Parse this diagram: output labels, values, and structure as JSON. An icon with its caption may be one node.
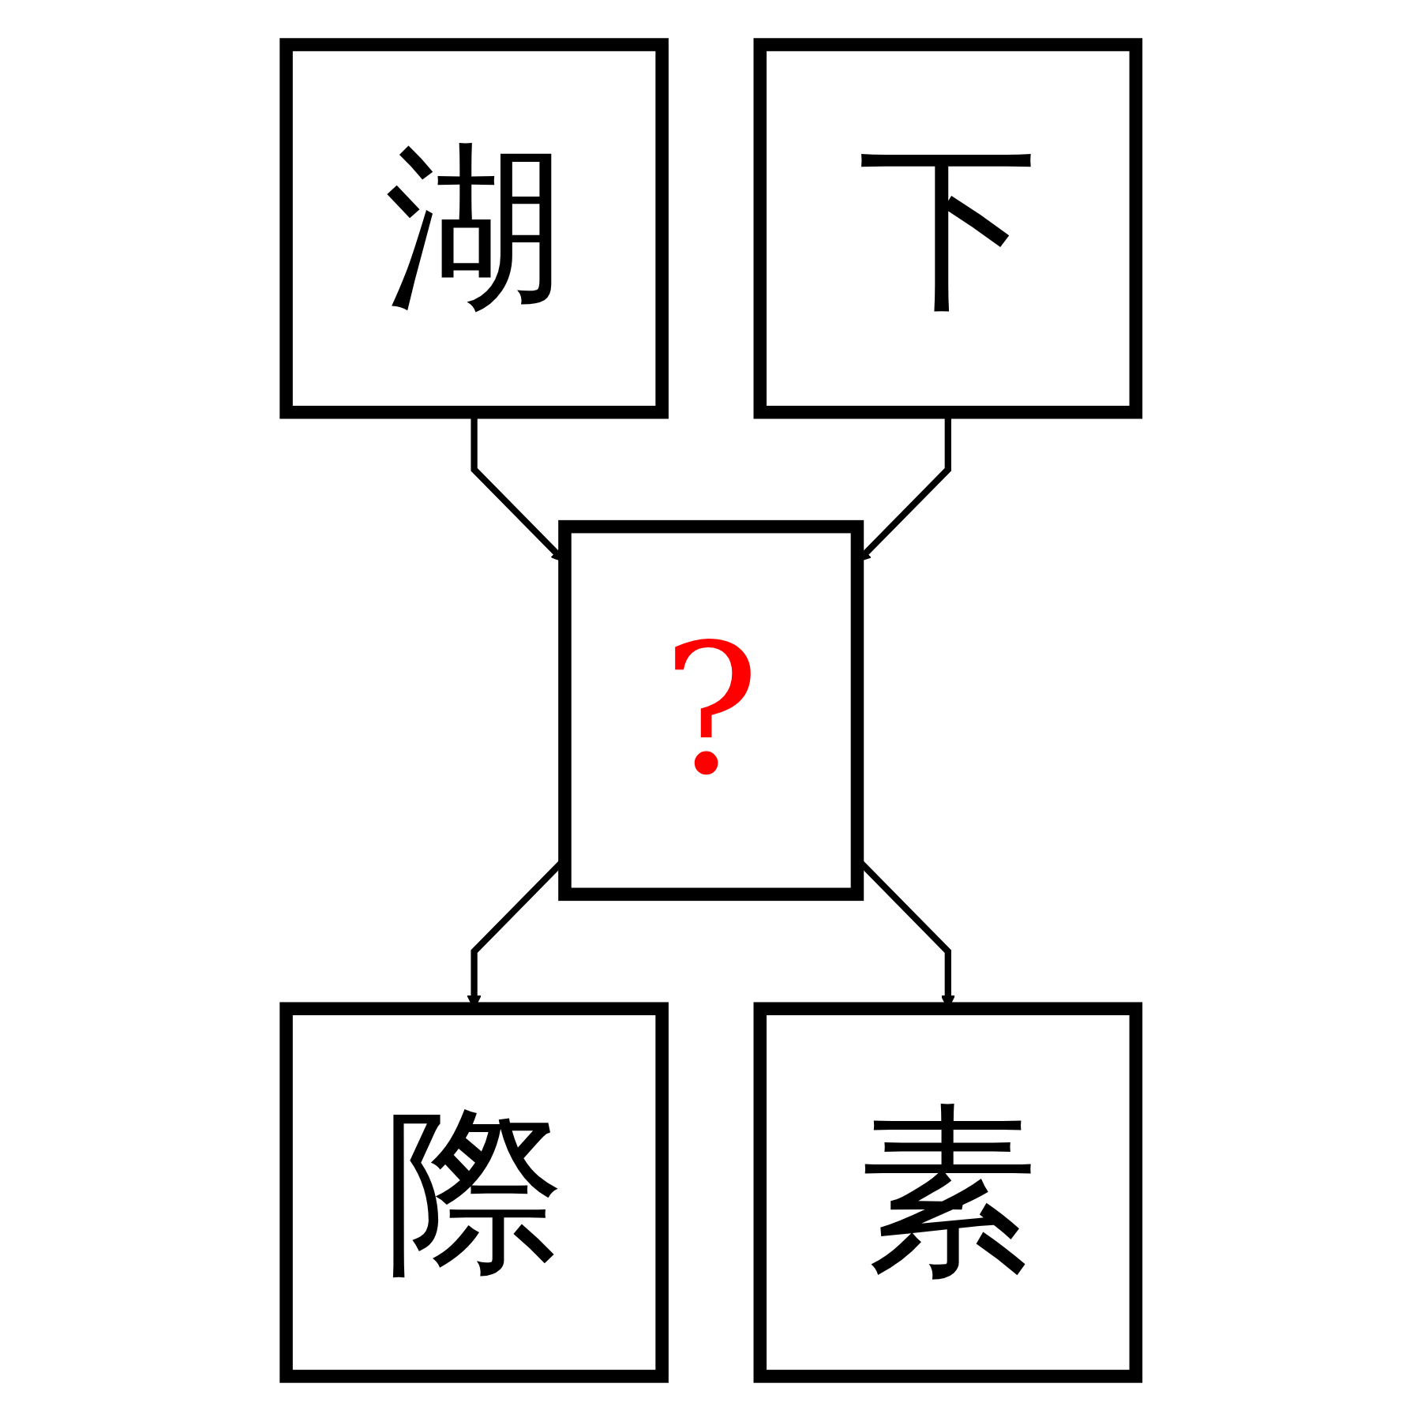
{
  "diagram": {
    "nodes": [
      {
        "text": [
          "湖"
        ]
      },
      {
        "text": [
          "下"
        ]
      },
      {
        "text": [
          "?"
        ]
      },
      {
        "text": [
          "際"
        ]
      },
      {
        "text": [
          "素"
        ]
      }
    ],
    "edges": [
      {
        "from": 0,
        "to": 2,
        "arrow": "to"
      },
      {
        "from": 1,
        "to": 2,
        "arrow": "to"
      },
      {
        "from": 2,
        "to": 3,
        "arrow": "to"
      },
      {
        "from": 2,
        "to": 4,
        "arrow": "to"
      }
    ]
  }
}
